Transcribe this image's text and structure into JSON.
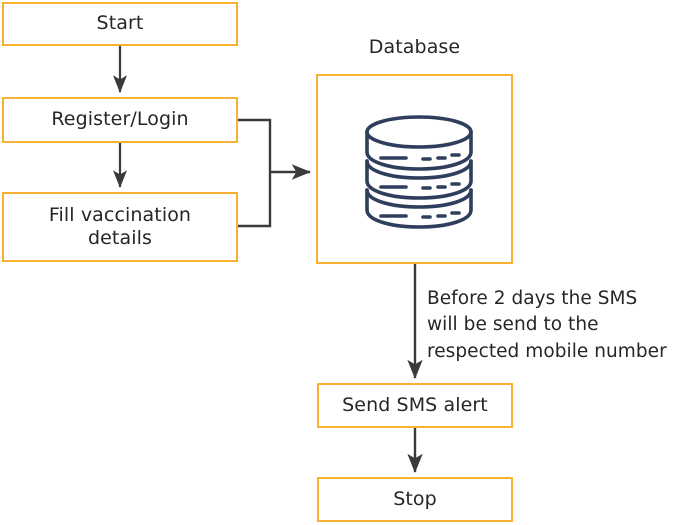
{
  "diagram": {
    "title_caption": "Database",
    "nodes": [
      {
        "id": "start",
        "label": "Start"
      },
      {
        "id": "register",
        "label": "Register/Login"
      },
      {
        "id": "fill",
        "label_line1": "Fill vaccination",
        "label_line2": "details"
      },
      {
        "id": "database",
        "label": "Database"
      },
      {
        "id": "sms",
        "label": "Send SMS alert"
      },
      {
        "id": "stop",
        "label": "Stop"
      }
    ],
    "annotation": {
      "line1": "Before 2 days the SMS",
      "line2": "will be send to the",
      "line3": "respected mobile number"
    },
    "icons": {
      "database": "database-icon"
    },
    "colors": {
      "node_border": "#f8b133",
      "node_fill": "#ffffff",
      "text": "#262626",
      "edge": "#3a3a3a",
      "database_icon": "#2f3e5c",
      "background": "#ffffff"
    }
  }
}
